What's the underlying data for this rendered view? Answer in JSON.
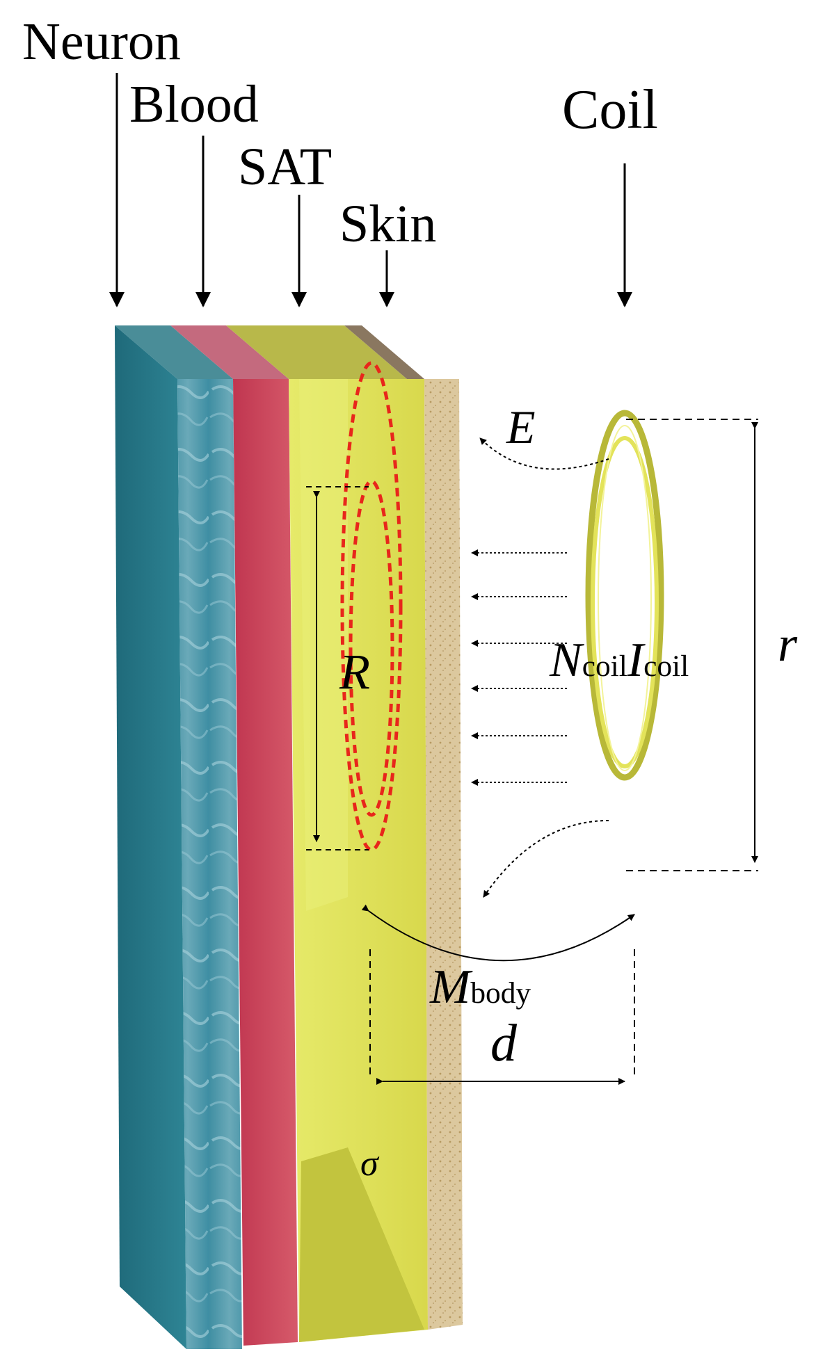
{
  "layers": {
    "neuron": "Neuron",
    "blood": "Blood",
    "sat": "SAT",
    "skin": "Skin",
    "coil": "Coil"
  },
  "symbols": {
    "E": "E",
    "R": "R",
    "N": "N",
    "N_sub": "coil",
    "I": "I",
    "I_sub": "coil",
    "r": "r",
    "M": "M",
    "M_sub": "body",
    "d": "d",
    "sigma": "σ"
  },
  "colors": {
    "neuron": "#2c7a8a",
    "blood": "#c83a52",
    "sat": "#dfe05c",
    "skin": "#d9c49a",
    "coil": "#d8d84a",
    "eddy_loop": "#e8261b"
  }
}
